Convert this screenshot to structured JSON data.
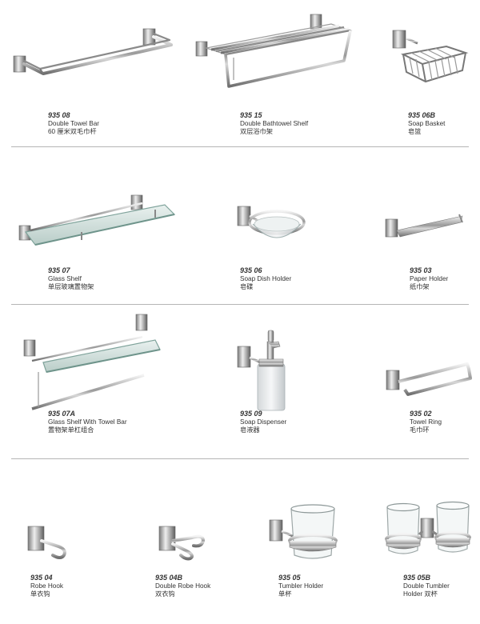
{
  "products": [
    {
      "code": "935 08",
      "name_en": "Double Towel Bar",
      "name_cn": "60 厘米双毛巾杆",
      "icon": "double-towel-bar-icon"
    },
    {
      "code": "935 15",
      "name_en": "Double Bathtowel Shelf",
      "name_cn": "双层浴巾架",
      "icon": "bathtowel-shelf-icon"
    },
    {
      "code": "935 06B",
      "name_en": "Soap Basket",
      "name_cn": "皂篮",
      "icon": "soap-basket-icon"
    },
    {
      "code": "935 07",
      "name_en": "Glass Shelf",
      "name_cn": "单层玻璃置物架",
      "icon": "glass-shelf-icon"
    },
    {
      "code": "935 06",
      "name_en": "Soap Dish Holder",
      "name_cn": "皂碟",
      "icon": "soap-dish-icon"
    },
    {
      "code": "935 03",
      "name_en": "Paper Holder",
      "name_cn": "纸巾架",
      "icon": "paper-holder-icon"
    },
    {
      "code": "935 07A",
      "name_en": "Glass Shelf With Towel Bar",
      "name_cn": "置物架单杠组合",
      "icon": "glass-shelf-towel-bar-icon"
    },
    {
      "code": "935 09",
      "name_en": "Soap Dispenser",
      "name_cn": "皂液器",
      "icon": "soap-dispenser-icon"
    },
    {
      "code": "935 02",
      "name_en": "Towel Ring",
      "name_cn": "毛巾环",
      "icon": "towel-ring-icon"
    },
    {
      "code": "935 04",
      "name_en": "Robe Hook",
      "name_cn": "单衣钩",
      "icon": "robe-hook-icon"
    },
    {
      "code": "935 04B",
      "name_en": "Double Robe Hook",
      "name_cn": "双衣钩",
      "icon": "double-robe-hook-icon"
    },
    {
      "code": "935 05",
      "name_en": "Tumbler Holder",
      "name_cn": "单杯",
      "icon": "tumbler-holder-icon"
    },
    {
      "code": "935 05B",
      "name_en": "Double Tumbler",
      "name_cn": "Holder 双杯",
      "icon": "double-tumbler-holder-icon"
    }
  ]
}
